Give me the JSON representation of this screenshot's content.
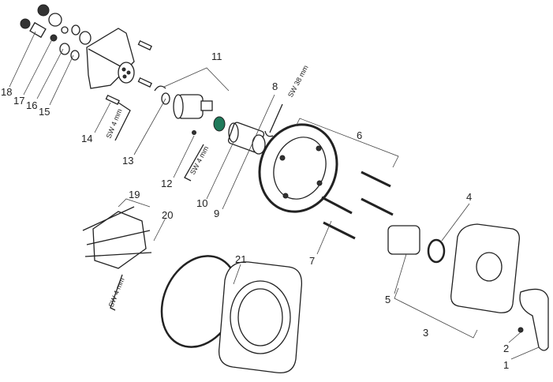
{
  "diagram": {
    "labels": {
      "p1": "1",
      "p2": "2",
      "p3": "3",
      "p4": "4",
      "p5": "5",
      "p6": "6",
      "p7": "7",
      "p8": "8",
      "p9": "9",
      "p10": "10",
      "p11": "11",
      "p12": "12",
      "p13": "13",
      "p14": "14",
      "p15": "15",
      "p16": "16",
      "p17": "17",
      "p18": "18",
      "p19": "19",
      "p20": "20",
      "p21": "21"
    },
    "tool_labels": {
      "hex_key_a": "SW 4 mm",
      "hex_key_b": "SW 4 mm",
      "hex_key_c": "SW 4 mm",
      "wrench": "SW 38 mm"
    },
    "colors": {
      "line": "#222222",
      "accent_ring": "#1f7a5a"
    }
  }
}
